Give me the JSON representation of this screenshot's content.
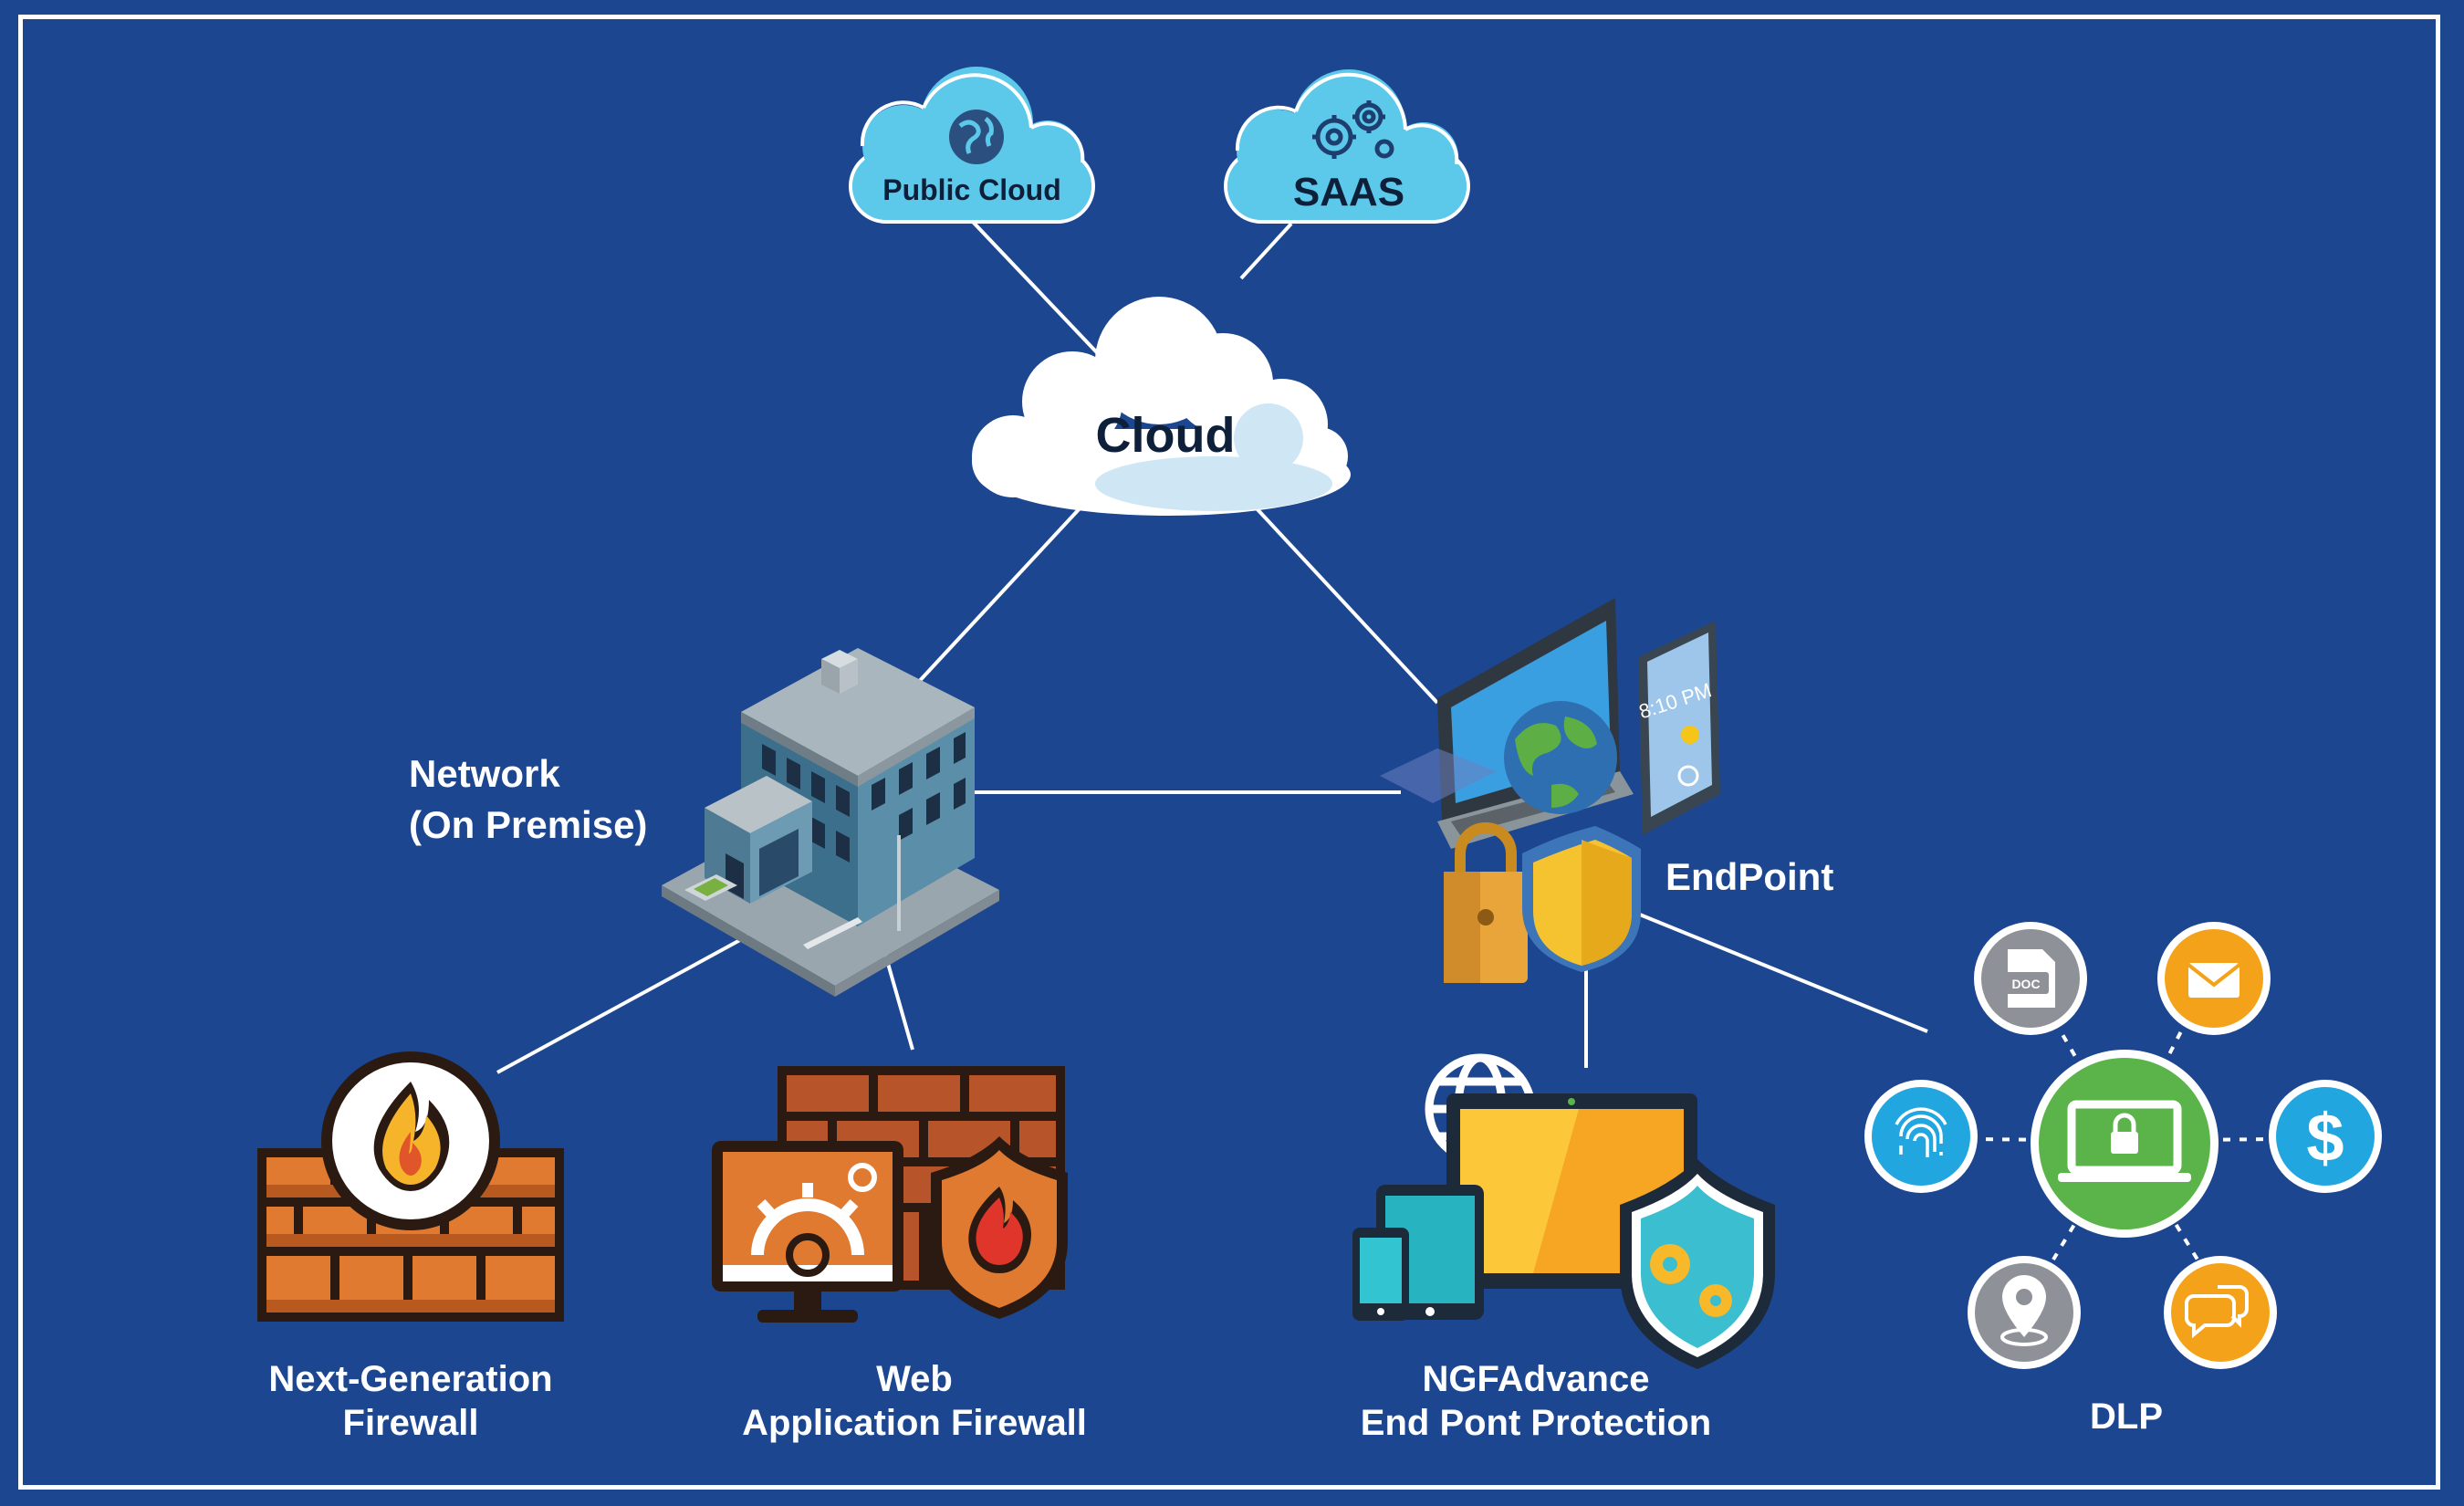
{
  "nodes": {
    "public_cloud": "Public Cloud",
    "saas": "SAAS",
    "cloud": "Cloud",
    "network_line1": "Network",
    "network_line2": "(On Premise)",
    "endpoint": "EndPoint",
    "ngfw_line1": "Next-Generation",
    "ngfw_line2": "Firewall",
    "waf_line1": "Web",
    "waf_line2": "Application Firewall",
    "epp_line1": "NGFAdvance",
    "epp_line2": "End Pont Protection",
    "dlp": "DLP",
    "doc_badge": "DOC",
    "phone_time": "8:10 PM",
    "dollar_sign": "$"
  },
  "colors": {
    "background": "#1c4690",
    "frame": "#ffffff",
    "cloud_light": "#5cc8ea",
    "brick": "#d9772f",
    "dlp_center": "#5bb44a",
    "dlp_orange": "#f5a21b",
    "dlp_blue": "#21a6e0",
    "dlp_gray": "#8e9197"
  }
}
